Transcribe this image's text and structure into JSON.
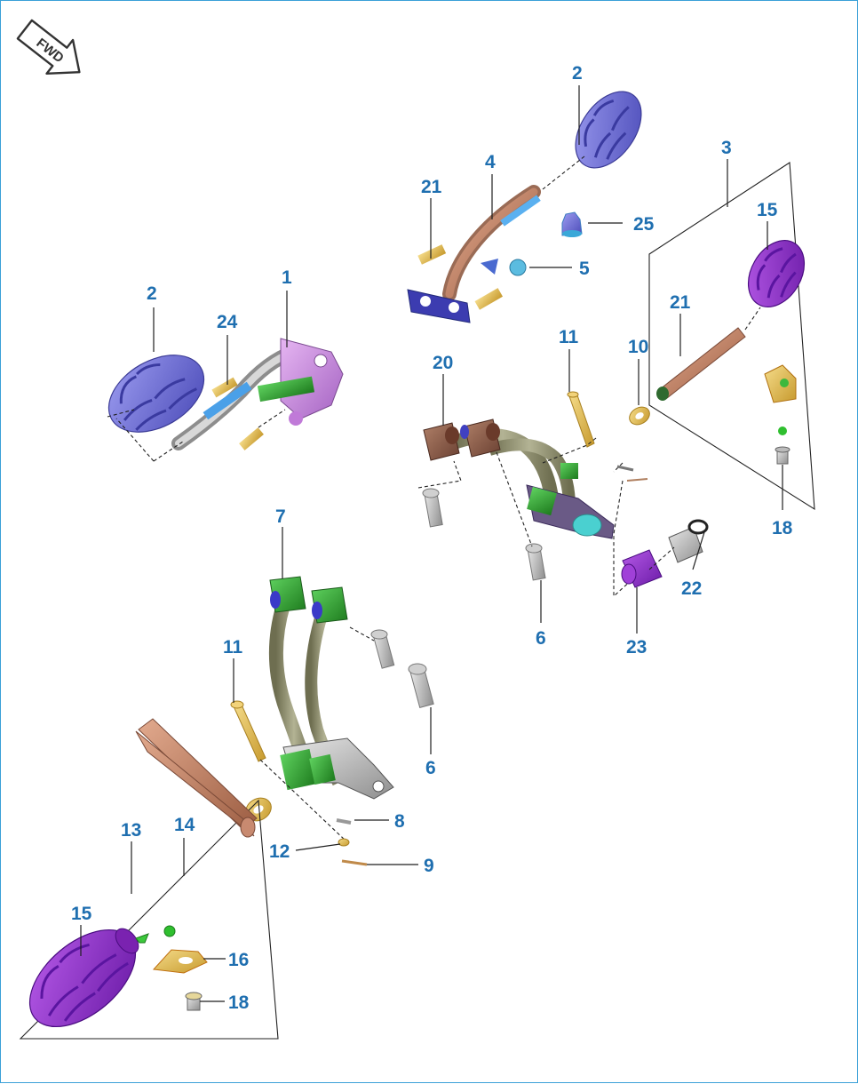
{
  "fwd_label": "FWD",
  "callouts": {
    "c1": "1",
    "c2a": "2",
    "c2b": "2",
    "c3": "3",
    "c4": "4",
    "c5": "5",
    "c6a": "6",
    "c6b": "6",
    "c7": "7",
    "c8": "8",
    "c9": "9",
    "c10": "10",
    "c11a": "11",
    "c11b": "11",
    "c12": "12",
    "c13": "13",
    "c14": "14",
    "c15a": "15",
    "c15b": "15",
    "c16": "16",
    "c18a": "18",
    "c18b": "18",
    "c20": "20",
    "c21a": "21",
    "c21b": "21",
    "c22": "22",
    "c23": "23",
    "c24": "24",
    "c25": "25"
  },
  "colors": {
    "callout": "#1f6fb0",
    "frame": "#3aa0d8",
    "rubber_blue": "#6f6fd6",
    "rubber_purple": "#8a2fc6",
    "bracket_pink": "#c58be0",
    "bracket_silver": "#b9b9b9",
    "bracket_olive": "#8a8a6a",
    "green_part": "#2f9d2f",
    "copper": "#c98a6b",
    "brass": "#e8c25a",
    "orange_clip": "#f2a23a",
    "cyan": "#4cc7d8"
  }
}
